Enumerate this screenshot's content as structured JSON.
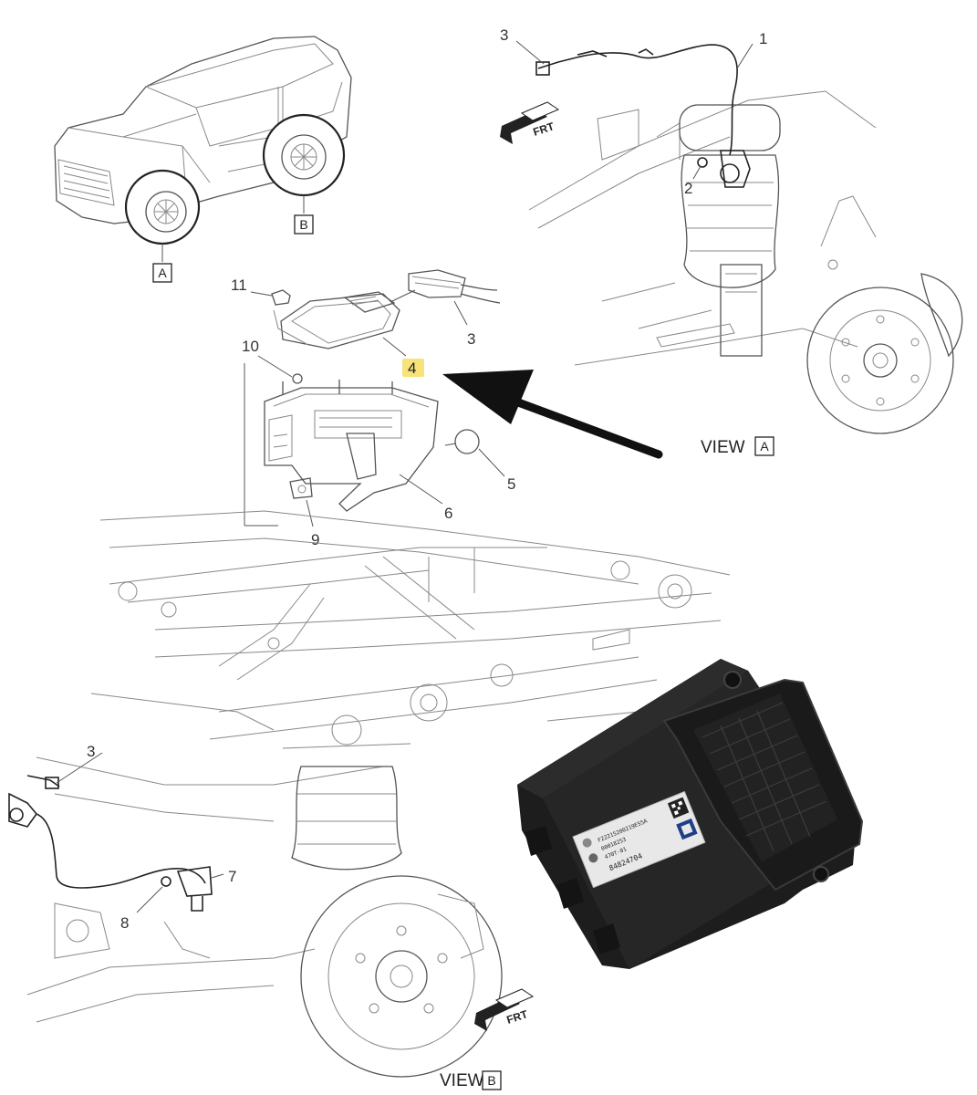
{
  "callouts": {
    "c1": "1",
    "c2": "2",
    "c3_top": "3",
    "c3_mid": "3",
    "c3_bottom": "3",
    "c4": "4",
    "c5": "5",
    "c6": "6",
    "c7": "7",
    "c8": "8",
    "c9": "9",
    "c10": "10",
    "c11": "11"
  },
  "views": {
    "view_a_word": "VIEW",
    "view_a_letter": "A",
    "view_b_word": "VIEW",
    "view_b_letter": "B",
    "box_a": "A",
    "box_b": "B"
  },
  "frt_labels": {
    "top": "FRT",
    "bottom": "FRT"
  },
  "module_label": {
    "part_number": "84824704",
    "line1": "F22215200219E55A",
    "line2": "00018253",
    "line3": "470T-01"
  },
  "colors": {
    "highlight": "#f7e37a",
    "arrow": "#111111",
    "module_body": "#1d1d1d",
    "line_art": "#555555"
  }
}
